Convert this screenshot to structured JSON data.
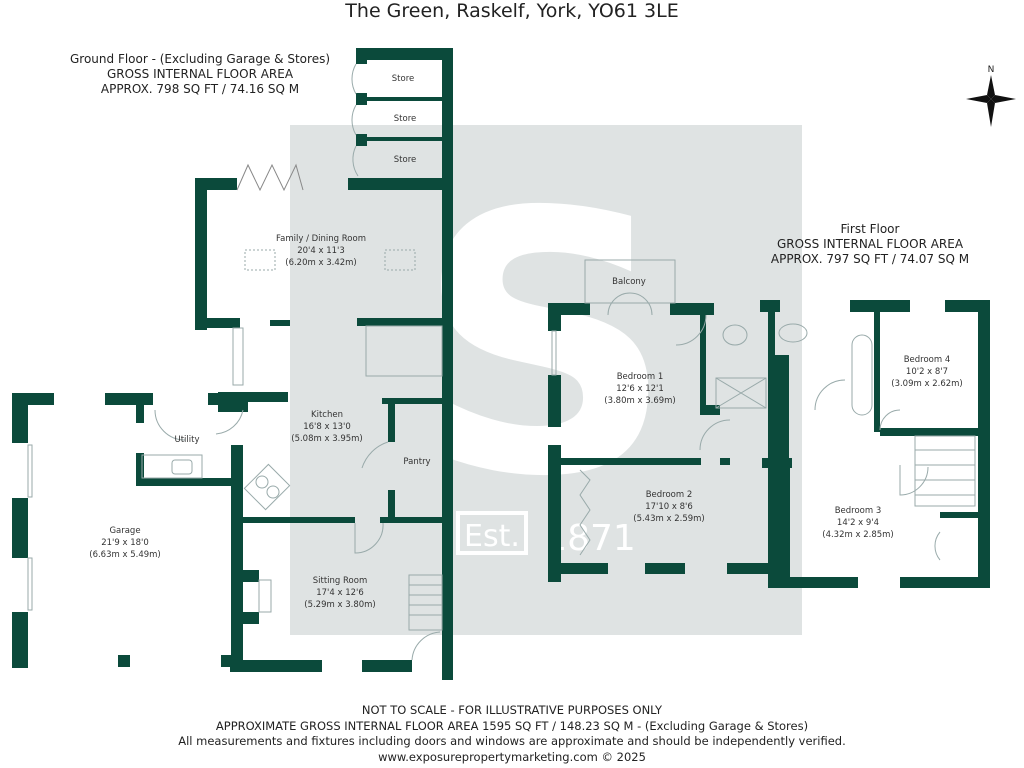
{
  "title": "The Green, Raskelf, York, YO61 3LE",
  "ground_floor": {
    "heading": "Ground Floor - (Excluding Garage & Stores)",
    "line2": "GROSS INTERNAL FLOOR AREA",
    "line3": "APPROX. 798 SQ FT / 74.16 SQ M",
    "rooms": [
      {
        "name": "Store"
      },
      {
        "name": "Store"
      },
      {
        "name": "Store"
      },
      {
        "name": "Family / Dining Room",
        "imperial": "20'4 x 11'3",
        "metric": "(6.20m x 3.42m)"
      },
      {
        "name": "Kitchen",
        "imperial": "16'8 x 13'0",
        "metric": "(5.08m x 3.95m)"
      },
      {
        "name": "Utility"
      },
      {
        "name": "Pantry"
      },
      {
        "name": "Garage",
        "imperial": "21'9 x 18'0",
        "metric": "(6.63m x 5.49m)"
      },
      {
        "name": "Sitting Room",
        "imperial": "17'4 x 12'6",
        "metric": "(5.29m x 3.80m)"
      }
    ]
  },
  "first_floor": {
    "heading": "First Floor",
    "line2": "GROSS INTERNAL FLOOR AREA",
    "line3": "APPROX. 797 SQ FT / 74.07 SQ M",
    "rooms": [
      {
        "name": "Balcony"
      },
      {
        "name": "Bedroom 1",
        "imperial": "12'6 x 12'1",
        "metric": "(3.80m x 3.69m)"
      },
      {
        "name": "Bedroom 4",
        "imperial": "10'2 x 8'7",
        "metric": "(3.09m x 2.62m)"
      },
      {
        "name": "Bedroom 2",
        "imperial": "17'10 x 8'6",
        "metric": "(5.43m x 2.59m)"
      },
      {
        "name": "Bedroom 3",
        "imperial": "14'2 x 9'4",
        "metric": "(4.32m x 2.85m)"
      }
    ]
  },
  "compass": {
    "label": "N",
    "icon": "compass-rose-icon"
  },
  "watermark": {
    "letter": "S",
    "est": "Est.",
    "year": "1871"
  },
  "footer": {
    "line1": "NOT TO SCALE - FOR ILLUSTRATIVE PURPOSES ONLY",
    "line2": "APPROXIMATE GROSS INTERNAL FLOOR AREA 1595 SQ FT / 148.23 SQ M - (Excluding Garage & Stores)",
    "line3": "All measurements and fixtures including doors and windows are approximate and should be independently verified.",
    "line4": "www.exposurepropertymarketing.com © 2025"
  },
  "colors": {
    "wall": "#0b4a3b",
    "watermark": "#dfe3e3"
  }
}
